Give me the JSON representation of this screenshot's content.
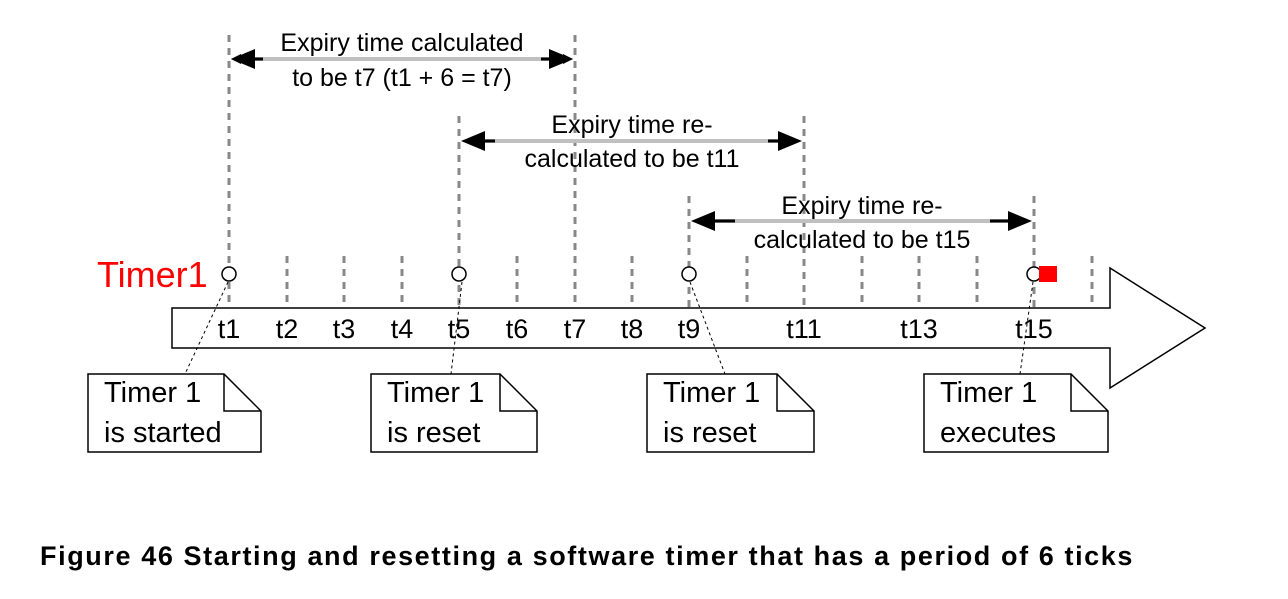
{
  "timer_name": "Timer1",
  "tick_labels": [
    "t1",
    "t2",
    "t3",
    "t4",
    "t5",
    "t6",
    "t7",
    "t8",
    "t9",
    "t11",
    "t13",
    "t15"
  ],
  "spans": [
    {
      "line1": "Expiry time calculated",
      "line2": "to be t7 (t1 + 6 = t7)"
    },
    {
      "line1": "Expiry time re-",
      "line2": "calculated to be t11"
    },
    {
      "line1": "Expiry time re-",
      "line2": "calculated to be t15"
    }
  ],
  "notes": [
    {
      "line1": "Timer 1",
      "line2": "is started"
    },
    {
      "line1": "Timer 1",
      "line2": "is reset"
    },
    {
      "line1": "Timer 1",
      "line2": "is reset"
    },
    {
      "line1": "Timer 1",
      "line2": "executes"
    }
  ],
  "caption": "Figure 46 Starting and resetting a software timer that has a period of 6 ticks",
  "colors": {
    "timer_name": "#ff0000",
    "execute_marker": "#ff0000",
    "span_bar": "#c0c0c0",
    "tick_line": "#888888"
  }
}
